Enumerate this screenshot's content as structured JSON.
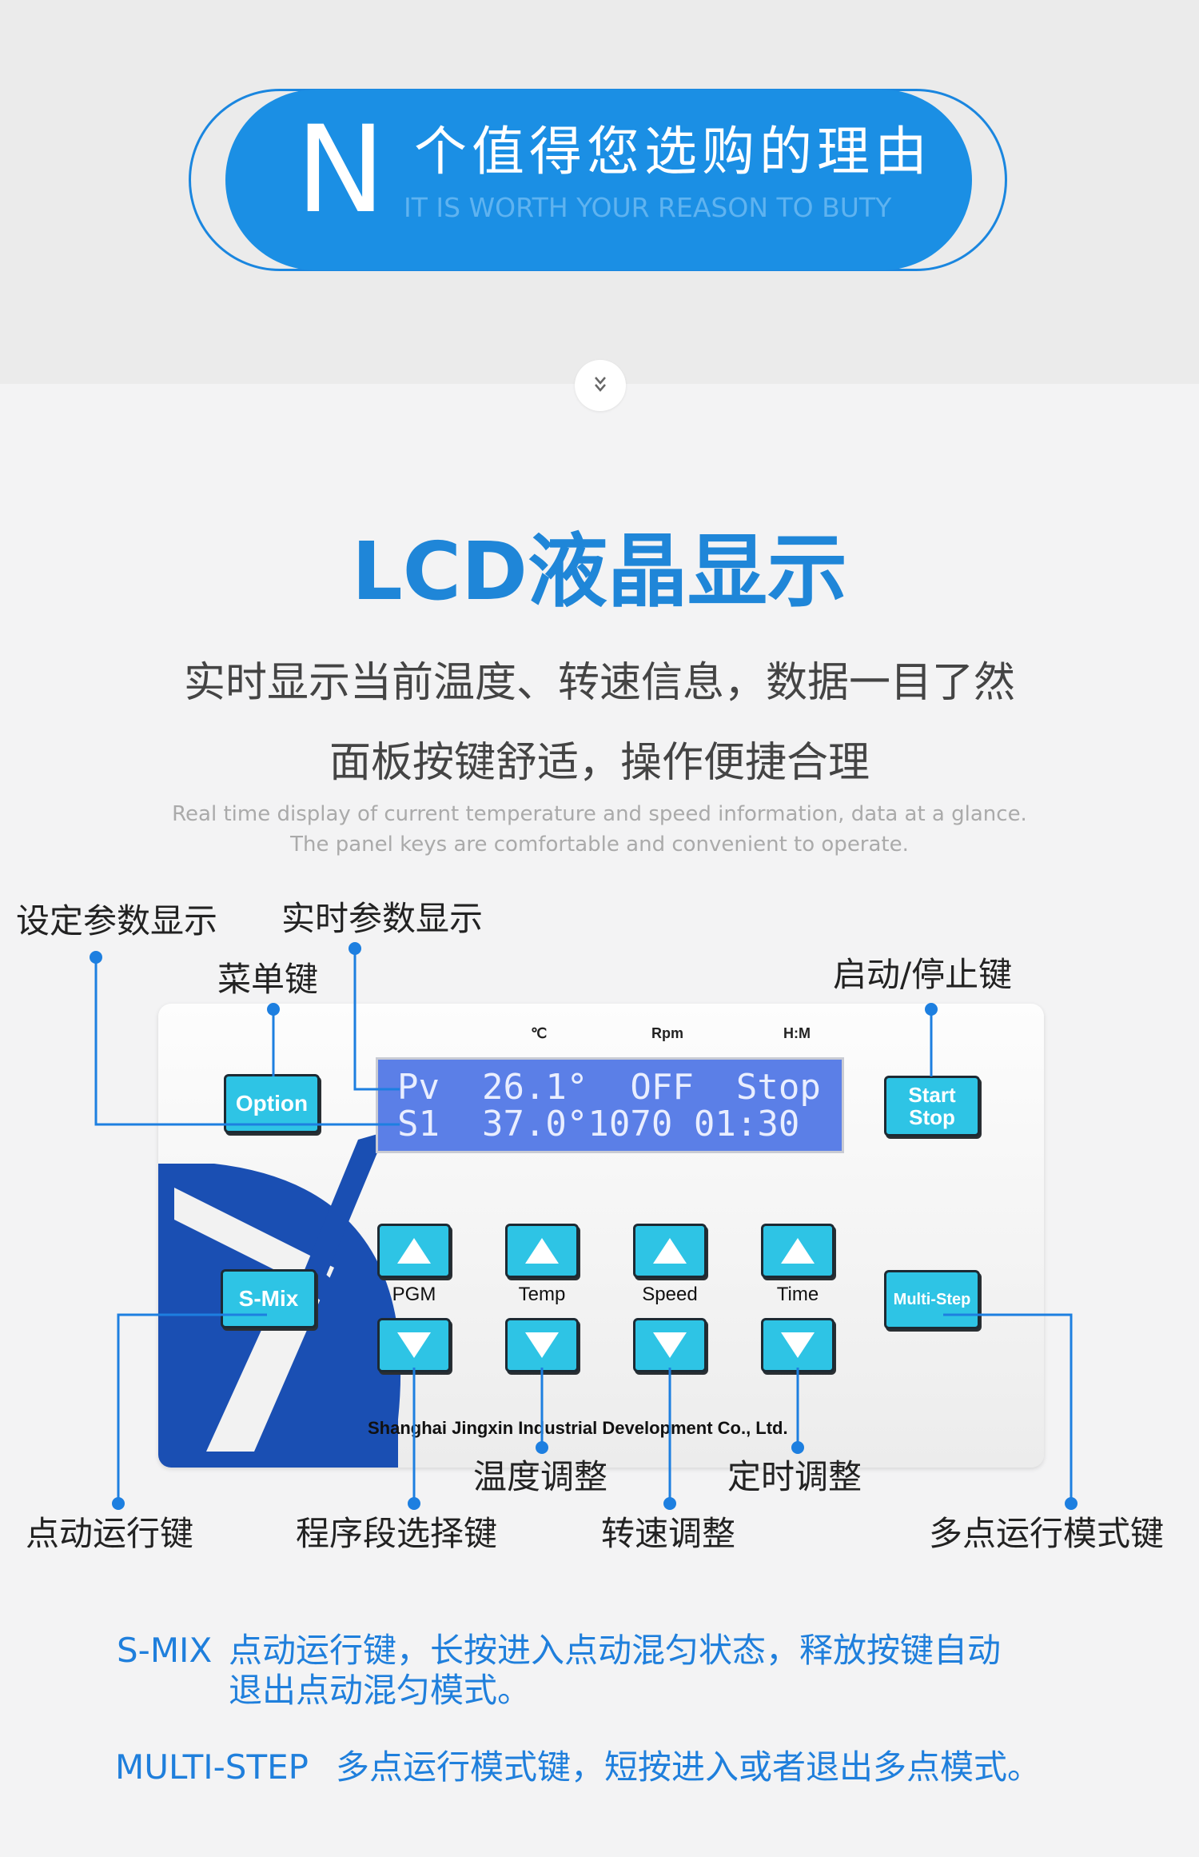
{
  "header": {
    "big_letter": "N",
    "title": "个值得您选购的理由",
    "subtitle": "IT IS WORTH YOUR REASON TO BUTY",
    "scroll_icon": "double-chevron-down-icon"
  },
  "intro": {
    "title": "LCD液晶显示",
    "zh_line1": "实时显示当前温度、转速信息，数据一目了然",
    "zh_line2": "面板按键舒适，操作便捷合理",
    "en_line1": "Real time display of current temperature and speed information, data at a glance.",
    "en_line2": "The panel keys are comfortable and convenient to operate."
  },
  "panel": {
    "units": {
      "temp": "℃",
      "rpm": "Rpm",
      "time": "H:M"
    },
    "lcd": {
      "line1": "Pv  26.1°  OFF  Stop",
      "line2": "S1  37.0°1070 01:30"
    },
    "keys": {
      "option": "Option",
      "start": "Start",
      "stop": "Stop",
      "smix": "S-Mix",
      "multistep": "Multi-Step",
      "pgm": "PGM",
      "temp": "Temp",
      "speed": "Speed",
      "time": "Time"
    },
    "company": "Shanghai Jingxin Industrial Development Co., Ltd.",
    "accent_color": "#2ec4e5",
    "lcd_color": "#5b7fe7"
  },
  "callouts": {
    "set_param": "设定参数显示",
    "live_param": "实时参数显示",
    "menu_key": "菜单键",
    "start_stop_key": "启动/停止键",
    "temp_adjust": "温度调整",
    "time_adjust": "定时调整",
    "jog_key": "点动运行键",
    "program_key": "程序段选择键",
    "speed_adjust": "转速调整",
    "multipoint_key": "多点运行模式键"
  },
  "notes": {
    "smix_label": "S-MIX",
    "smix_text1": "点动运行键，长按进入点动混匀状态，释放按键自动",
    "smix_text2": "退出点动混匀模式。",
    "multistep_label": "MULTI-STEP",
    "multistep_text": "多点运行模式键，短按进入或者退出多点模式。"
  },
  "colors": {
    "brand_blue": "#1b8fe4",
    "title_blue": "#1f86d8",
    "line_blue": "#1d7fe0"
  }
}
